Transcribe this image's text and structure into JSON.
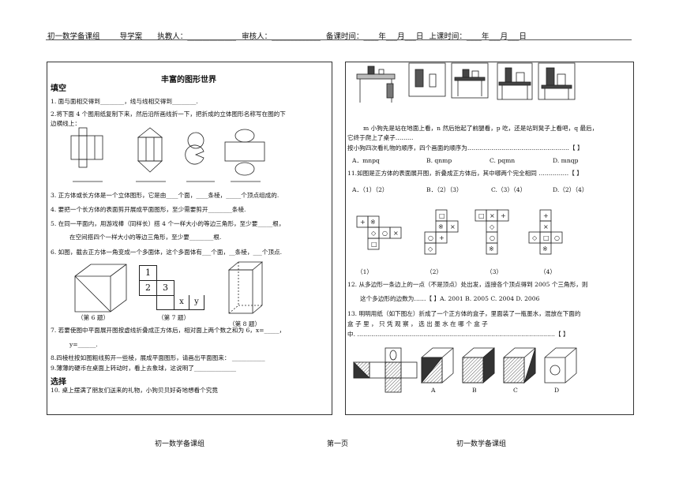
{
  "header": {
    "group": "初一数学备课组",
    "doc": "导学案",
    "teacher": "执教人：_____________",
    "reviewer": "审核人：_____________",
    "prep_date": "备课时间：____年___月___日",
    "class_date": "上课时间：____年___月___日"
  },
  "left": {
    "title": "丰富的图形世界",
    "section_fill": "填空",
    "q1": "1. 面与面相交得到________，线与线相交得到________.",
    "q2a": "2.将下面 4 个图用纸复制下来，然后沿所画线折一下，把折成的立体图形名称写在图的下",
    "q2b": "边横线上：",
    "q3": "3.    正方体或长方体是一个立体图形，它是由____个面，____条棱，_____个顶点组成的.",
    "q4": "4. 要把一个长方体的表面剪开展成平面图形，至少需要剪开________条棱.",
    "q5a": "5.    在同一平面内，用游戏棒（同样长）搭 4 个一样大小的等边三角形，至少要_____根，",
    "q5b": "在空间搭四个一样大小的等边三角形，至少要________根.",
    "q6": "6.    如图，截去正方体一角变成一个多面体，这个多面体有___个面，__条棱，___个顶点.",
    "cap6": "（第 6 题）",
    "cap7": "（第 7 题）",
    "cap8": "（第 8 题）",
    "net7": [
      "1",
      "2",
      "3",
      "x",
      "y"
    ],
    "q7a": "7.    若要使图中平面展开图按虚线折叠成正方体后，相对面上两个数之和为 6，x=_____，",
    "q7b": "y=______.",
    "q8": "8.四棱柱按如图粗线剪开一些棱，展成平面图形，请画出平面图来：   ___________",
    "q9": "9.薄薄的硬币在桌面上转动时，看上去象球，这说明了______________",
    "section_choice": "选择",
    "q10": "10. 桌上摆满了朋友们送来的礼物，小狗贝贝好奇地想看个究竟"
  },
  "right": {
    "q10c_a": "m 小狗先是站在地面上看，n 然后抬起了前腿看，p 吃，还是站到凳子上看吧，q 最后，",
    "q10c_b": "它终于爬上了桌子………",
    "q10c_c": "按小狗四次看礼物的顺序，四个画面的顺序为……………………………………………【     】",
    "q10opts": [
      "A．mnpq",
      "B. qnmp",
      "C. pqmn",
      "D. mnqp"
    ],
    "q11": "11.如图是正方体的表面展开图，折叠成正方体后，其中哪两个完全相同   ……………【     】",
    "q11opts": [
      "A．（1）（2）",
      "B．（2）（3）",
      "C.（3）（4）",
      "D.（2）（4）"
    ],
    "q11caps": [
      "（1）",
      "（2）",
      "（3）",
      "（4）"
    ],
    "q12a": "12.  从多边形一条边上的一点（不是顶点）处出发，连接各个顶点得到 2005 个三角形，则",
    "q12b": "这个多边形的边数为……【   】A. 2001       B. 2005       C. 2004       D. 2006",
    "q13a": "13.  明明用纸（如下图左）折成了一个正方体的盒子，里面装了一瓶墨水，混放在下面的",
    "q13b": "盒   子   里  ，   只   凭   观   察  ，   选   出   墨   水   在   哪   个   盒   子",
    "q13c": "中.  ………………………………………………………………………………………【     】",
    "q13caps": [
      "A",
      "B",
      "C",
      "D"
    ]
  },
  "footer": {
    "left": "初一数学备课组",
    "center": "第一页",
    "right": "初一数学备课组"
  }
}
